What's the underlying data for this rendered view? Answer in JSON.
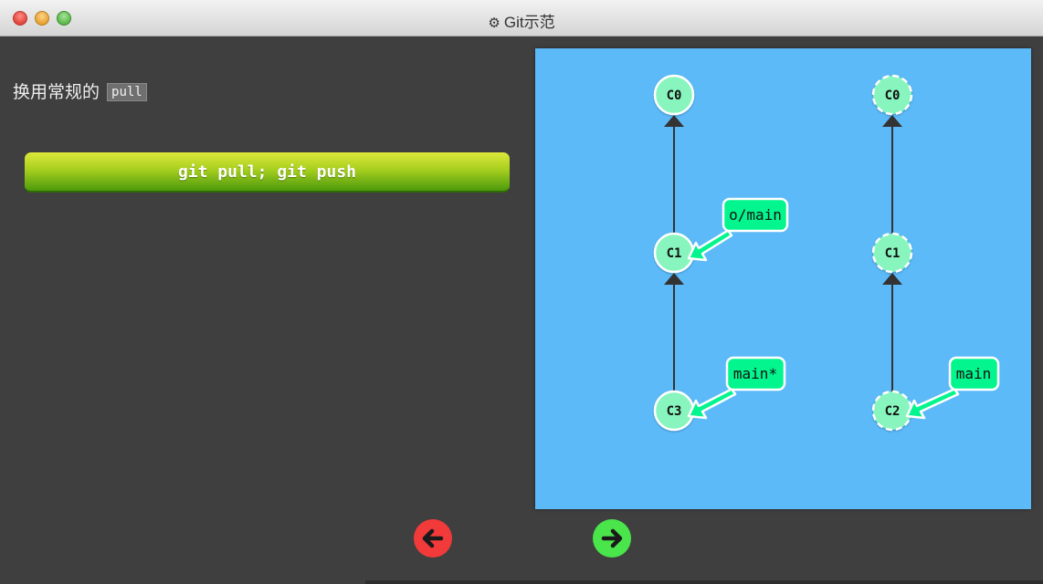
{
  "window": {
    "title": "Git示范",
    "title_icon": "gear-icon"
  },
  "instruction": {
    "text": "换用常规的",
    "code": "pull"
  },
  "command_button": {
    "label": "git pull; git push",
    "colors": {
      "top": "#dde83a",
      "bottom": "#4c9a0c",
      "text": "#ffffff"
    }
  },
  "graph": {
    "background": "#5cbaf9",
    "commit_color": "#88f5be",
    "branch_color": "#03f58e",
    "local": {
      "commits": [
        "C0",
        "C1",
        "C3"
      ],
      "branches": [
        {
          "name": "o/main",
          "target": "C1"
        },
        {
          "name": "main*",
          "target": "C3"
        }
      ]
    },
    "remote": {
      "commits": [
        "C0",
        "C1",
        "C2"
      ],
      "branches": [
        {
          "name": "main",
          "target": "C2"
        }
      ]
    }
  },
  "navigation": {
    "prev_icon": "arrow-left-icon",
    "next_icon": "arrow-right-icon",
    "prev_color": "#f23a3a",
    "next_color": "#49e54a"
  }
}
